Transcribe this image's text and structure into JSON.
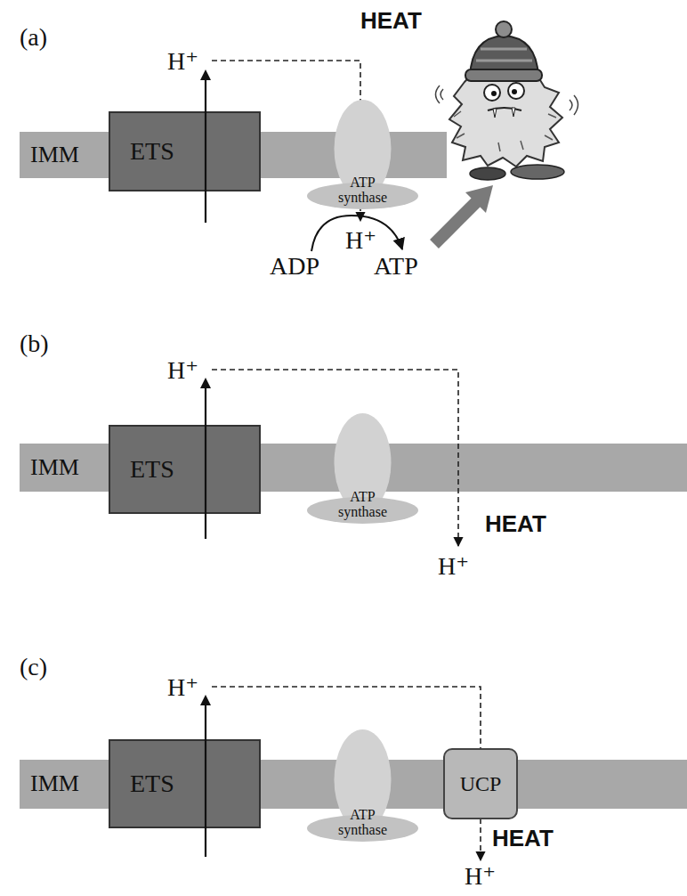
{
  "diagram": {
    "nodes": [
      {
        "text": [
          "IMM"
        ]
      },
      {
        "text": [
          "ETS"
        ]
      },
      {
        "text": [
          "ATP synthase"
        ]
      },
      {
        "text": [
          "IMM"
        ]
      },
      {
        "text": [
          "ETS"
        ]
      },
      {
        "text": [
          "ATP synthase"
        ]
      },
      {
        "text": [
          "IMM"
        ]
      },
      {
        "text": [
          "ETS"
        ]
      },
      {
        "text": [
          "ATP synthase"
        ]
      },
      {
        "text": [
          "UCP"
        ]
      }
    ],
    "labels": [
      "(a)",
      "H⁺",
      "HEAT",
      "H⁺",
      "ADP",
      "ATP",
      "(b)",
      "H⁺",
      "HEAT",
      "H⁺",
      "(c)",
      "H⁺",
      "HEAT",
      "H⁺"
    ]
  }
}
